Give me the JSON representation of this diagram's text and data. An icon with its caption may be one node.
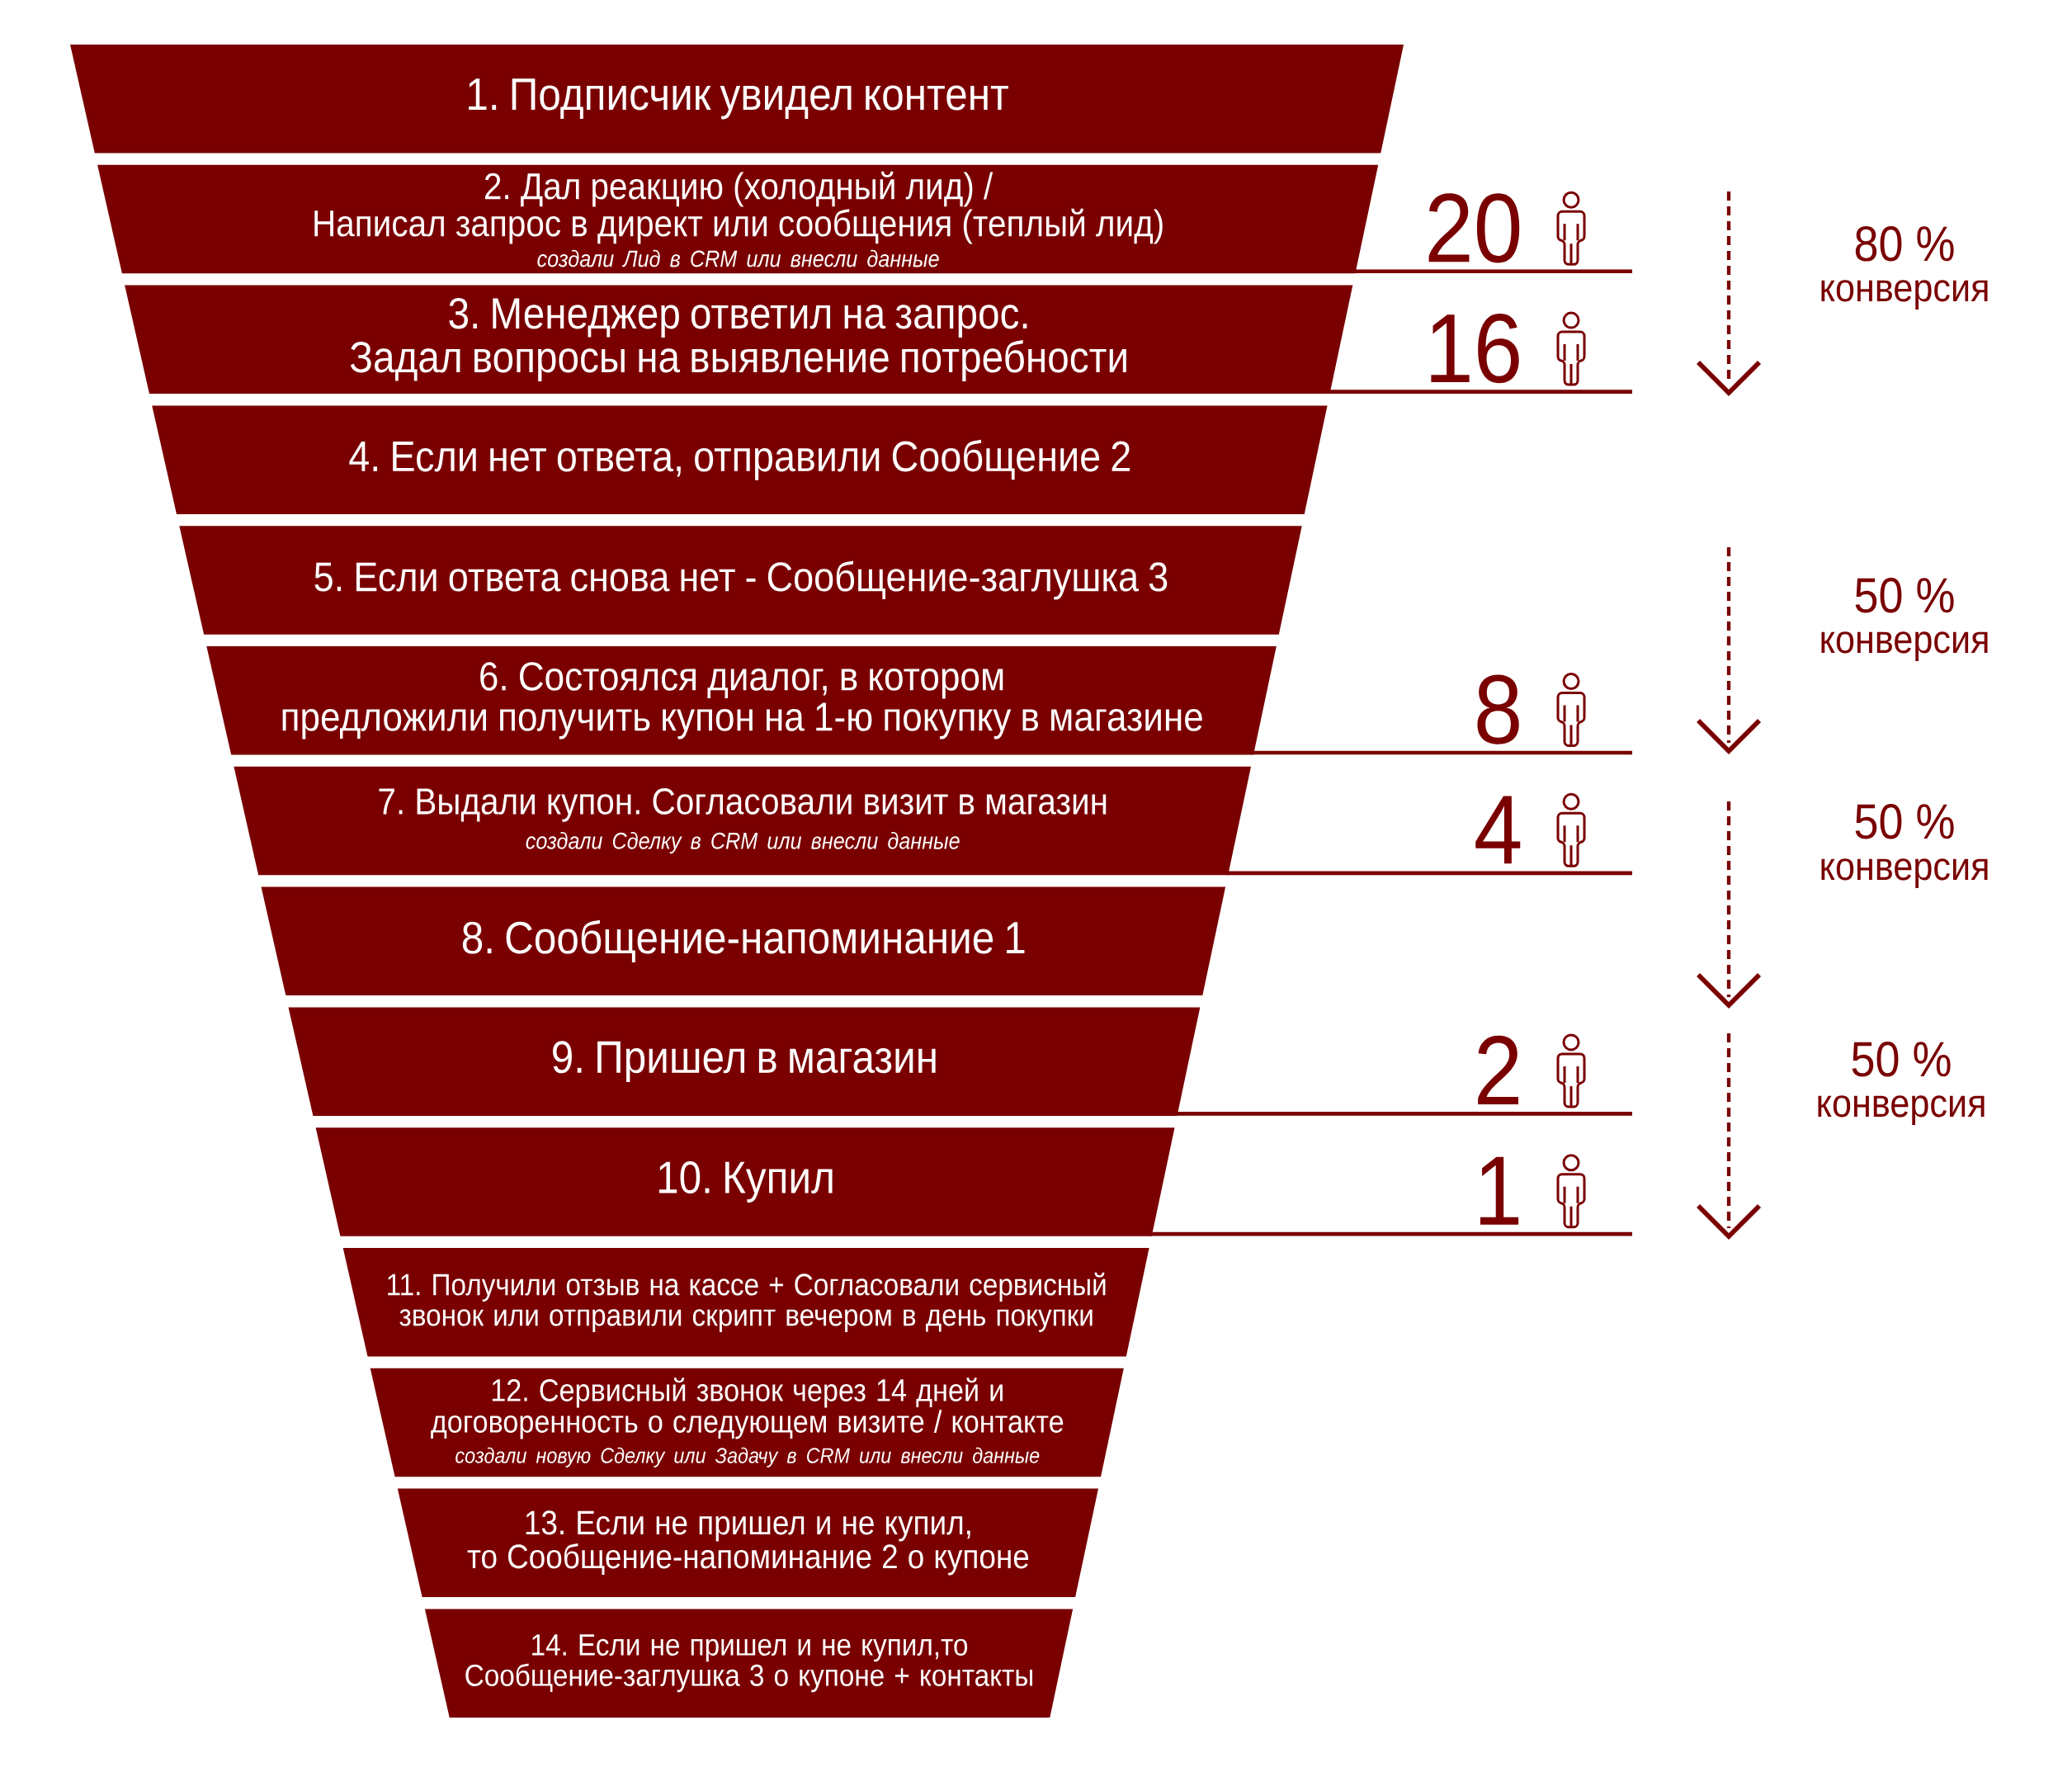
{
  "diagram": {
    "nodes": [
      {
        "text": [
          "1. Подписчик увидел контент"
        ]
      },
      {
        "text": [
          "2. Дал реакцию (холодный лид) / Написал запрос в директ или сообщения (теплый лид)",
          "создали Лид в CRM или внесли данные"
        ],
        "beside": [
          "20"
        ]
      },
      {
        "text": [
          "3. Менеджер ответил на запрос. Задал вопросы на выявление потребности"
        ],
        "beside": [
          "16"
        ]
      },
      {
        "text": [
          "4. Если нет ответа, отправили Сообщение 2"
        ]
      },
      {
        "text": [
          "5. Если ответа снова нет - Сообщение-заглушка 3"
        ]
      },
      {
        "text": [
          "6. Состоялся диалог, в котором предложили получить купон на 1-ю покупку в магазине"
        ],
        "beside": [
          "8"
        ]
      },
      {
        "text": [
          "7. Выдали купон. Согласовали визит в магазин",
          "создали Сделку в CRM или внесли данные"
        ],
        "beside": [
          "4"
        ]
      },
      {
        "text": [
          "8. Сообщение-напоминание 1"
        ]
      },
      {
        "text": [
          "9. Пришел в магазин"
        ],
        "beside": [
          "2"
        ]
      },
      {
        "text": [
          "10. Купил"
        ],
        "beside": [
          "1"
        ]
      },
      {
        "text": [
          "11. Получили отзыв на кассе + Согласовали сервисный звонок или отправили скрипт вечером в день покупки"
        ]
      },
      {
        "text": [
          "12. Сервисный звонок через 14 дней и договоренность о следующем визите / контакте",
          "создали новую Сделку или Задачу в CRM или внесли данные"
        ]
      },
      {
        "text": [
          "13. Если не пришел и не купил, то Сообщение-напоминание 2 о купоне"
        ]
      },
      {
        "text": [
          "14. Если не пришел и не купил,то Сообщение-заглушка 3 о купоне + контакты"
        ]
      }
    ],
    "labels": [
      "80 %",
      "конверсия",
      "50 %",
      "конверсия",
      "50 %",
      "конверсия",
      "50 %",
      "конверсия"
    ]
  }
}
